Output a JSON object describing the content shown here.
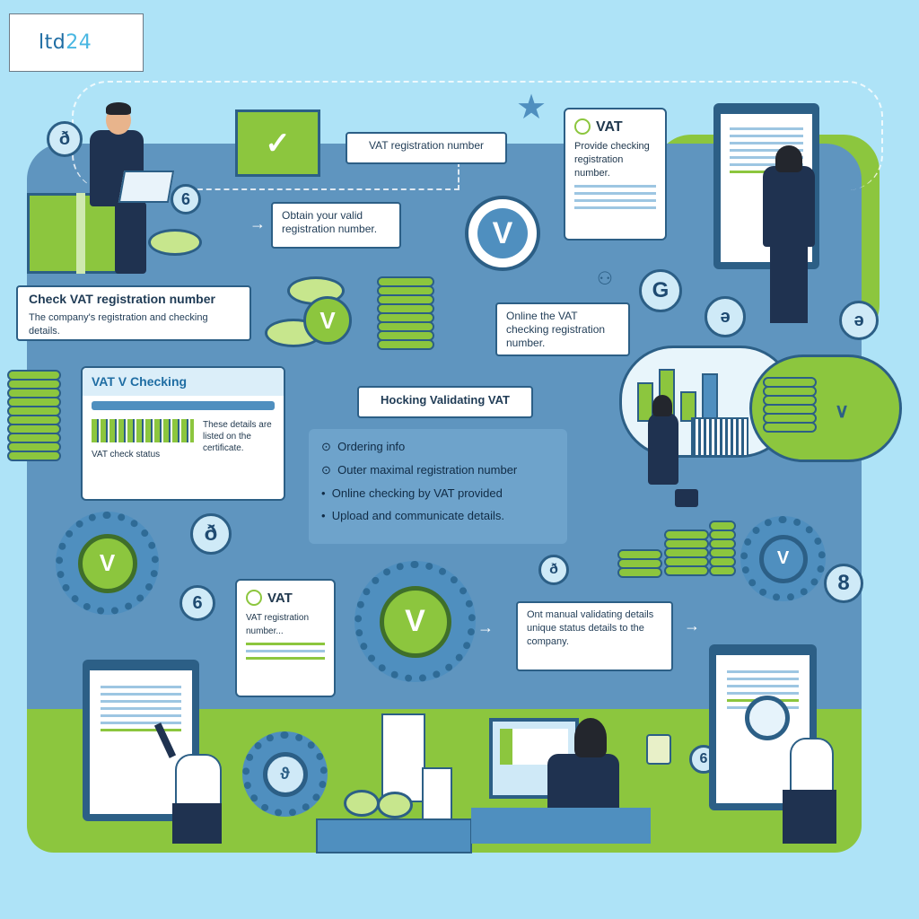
{
  "logo": {
    "part1": "ltd",
    "part2": "24"
  },
  "labels": {
    "vat_registration_top": "VAT registration number",
    "check_vat_title": "Check VAT registration number",
    "check_vat_sub": "The company's registration and checking details.",
    "top_mid_box": "Obtain your valid registration number.",
    "mid_right_box": "Online the VAT checking registration number.",
    "hocking_header": "Hocking Validating VAT",
    "vat_checking_title": "VAT V Checking",
    "vat_checking_note": "VAT check status",
    "vat_checking_side": "These details are listed on the certificate.",
    "bottom_right_box": "Ont manual validating details unique status details to the company.",
    "vat_card_top": "VAT",
    "vat_card_top_text": "Provide checking registration number.",
    "vat_card_bottom": "VAT",
    "vat_card_bottom_text": "VAT registration number..."
  },
  "steps": [
    "Ordering info",
    "Outer maximal registration number",
    "Online checking by VAT provided",
    "Upload and communicate details."
  ],
  "badges": {
    "b1": "ð",
    "b2": "6",
    "b3": "G",
    "b4": "ə",
    "b5": "ə",
    "b6": "ð",
    "b7": "6",
    "b8": "8",
    "b9": "ð",
    "b10": "6"
  },
  "colors": {
    "background": "#aee3f7",
    "panel": "#5f95bf",
    "accent_green": "#8cc63e",
    "dark_blue": "#2c5f86"
  }
}
